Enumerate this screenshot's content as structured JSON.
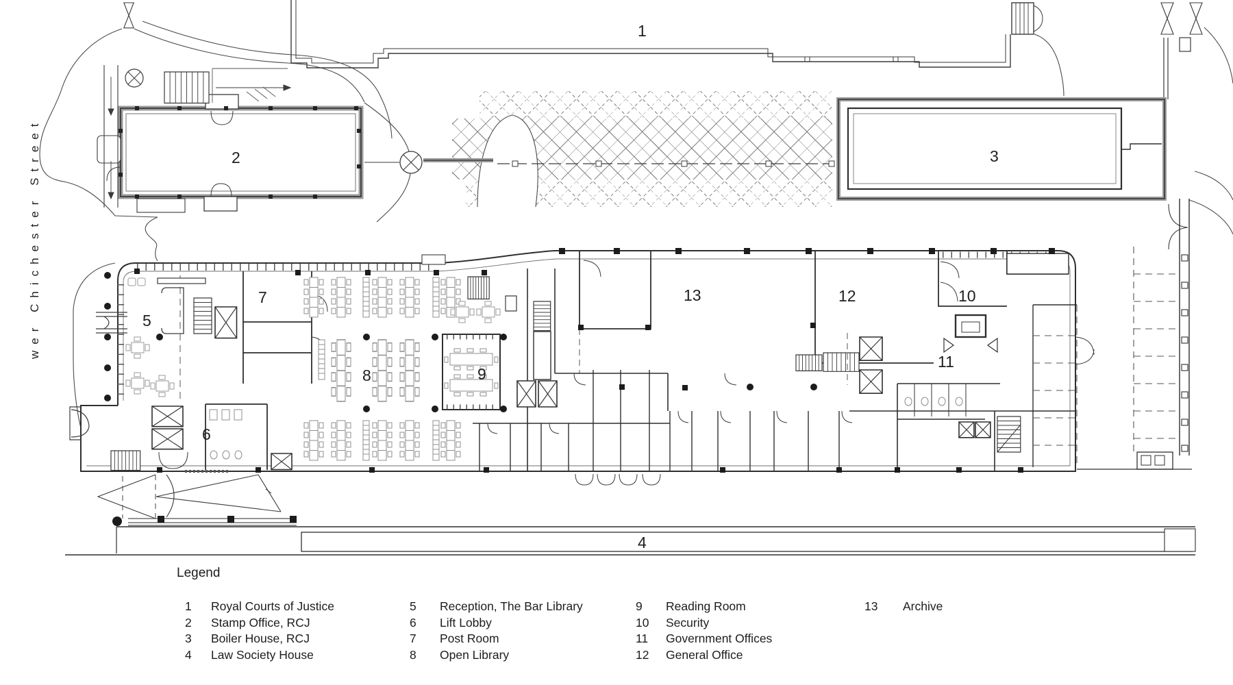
{
  "street": {
    "name": "wer Chichester Street"
  },
  "plan": {
    "labels": [
      {
        "id": 1,
        "num": "1",
        "name": "royal-courts-of-justice"
      },
      {
        "id": 2,
        "num": "2",
        "name": "stamp-office-rcj"
      },
      {
        "id": 3,
        "num": "3",
        "name": "boiler-house-rcj"
      },
      {
        "id": 4,
        "num": "4",
        "name": "law-society-house"
      },
      {
        "id": 5,
        "num": "5",
        "name": "reception-the-bar-library"
      },
      {
        "id": 6,
        "num": "6",
        "name": "lift-lobby"
      },
      {
        "id": 7,
        "num": "7",
        "name": "post-room"
      },
      {
        "id": 8,
        "num": "8",
        "name": "open-library"
      },
      {
        "id": 9,
        "num": "9",
        "name": "reading-room"
      },
      {
        "id": 10,
        "num": "10",
        "name": "security"
      },
      {
        "id": 11,
        "num": "11",
        "name": "government-offices"
      },
      {
        "id": 12,
        "num": "12",
        "name": "general-office"
      },
      {
        "id": 13,
        "num": "13",
        "name": "archive"
      }
    ]
  },
  "legend": {
    "title": "Legend",
    "columns": [
      {
        "items": [
          {
            "num": "1",
            "label": "Royal Courts of Justice"
          },
          {
            "num": "2",
            "label": "Stamp Office, RCJ"
          },
          {
            "num": "3",
            "label": "Boiler House, RCJ"
          },
          {
            "num": "4",
            "label": "Law Society House"
          }
        ]
      },
      {
        "items": [
          {
            "num": "5",
            "label": "Reception, The Bar Library"
          },
          {
            "num": "6",
            "label": "Lift Lobby"
          },
          {
            "num": "7",
            "label": "Post Room"
          },
          {
            "num": "8",
            "label": "Open Library"
          }
        ]
      },
      {
        "items": [
          {
            "num": "9",
            "label": "Reading Room"
          },
          {
            "num": "10",
            "label": "Security"
          },
          {
            "num": "11",
            "label": "Government Offices"
          },
          {
            "num": "12",
            "label": "General Office"
          }
        ]
      },
      {
        "items": [
          {
            "num": "13",
            "label": "Archive"
          }
        ]
      }
    ]
  },
  "colors": {
    "line_dark": "#2f2f2f",
    "line_mid": "#555555",
    "line_light": "#8a8a8a",
    "background": "#ffffff"
  }
}
